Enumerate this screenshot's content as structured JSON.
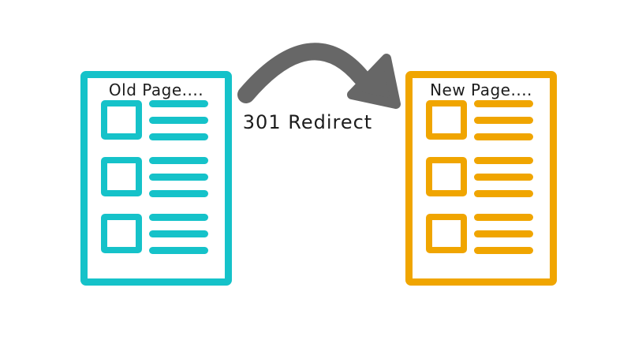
{
  "colors": {
    "old_page_accent": "#15C2C9",
    "new_page_accent": "#F0A500",
    "arrow": "#676767",
    "text": "#1c1c1c",
    "background": "#ffffff"
  },
  "diagram": {
    "redirect_label": "301 Redirect",
    "arrow_icon": "curved-right-arrow-icon",
    "old_page": {
      "title": "Old Page....",
      "rows": 3,
      "bars_per_row": 3
    },
    "new_page": {
      "title": "New Page....",
      "rows": 3,
      "bars_per_row": 3
    }
  }
}
